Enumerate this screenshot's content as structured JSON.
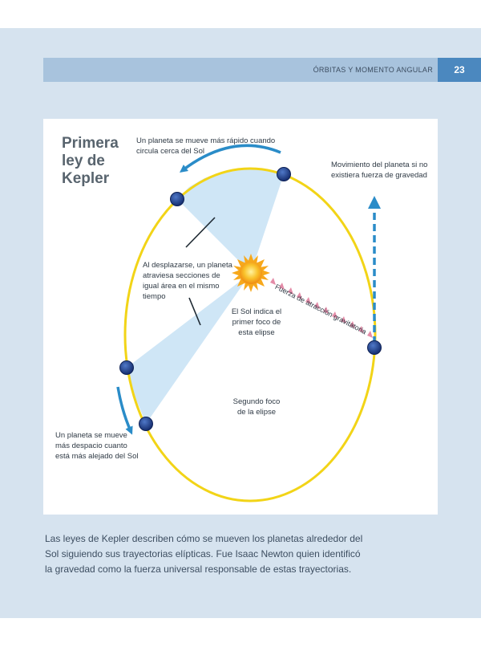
{
  "header": {
    "title": "ÓRBITAS Y MOMENTO ANGULAR",
    "page_number": "23"
  },
  "figure": {
    "title_line1": "Primera",
    "title_line2": "ley de",
    "title_line3": "Kepler",
    "label_fast_line1": "Un planeta se mueve más rápido cuando",
    "label_fast_line2": "circula cerca del Sol",
    "label_motion_line1": "Movimiento del planeta si no",
    "label_motion_line2": "existiera fuerza de gravedad",
    "label_area_line1": "Al desplazarse, un planeta",
    "label_area_line2": "atraviesa secciones de",
    "label_area_line3": "igual área en el mismo",
    "label_area_line4": "tiempo",
    "label_force": "Fuerza de atracción gravitatoria",
    "label_sun_line1": "El Sol indica el",
    "label_sun_line2": "primer foco de",
    "label_sun_line3": "esta elipse",
    "label_focus2_line1": "Segundo foco",
    "label_focus2_line2": "de la elipse",
    "label_slow_line1": "Un planeta se mueve",
    "label_slow_line2": "más despacio cuanto",
    "label_slow_line3": "está más alejado del Sol"
  },
  "caption": {
    "line1": "Las leyes de Kepler describen cómo se mueven los planetas alrededor del",
    "line2": "Sol siguiendo sus trayectorias elípticas. Fue Isaac Newton quien identificó",
    "line3": "la gravedad como la fuerza universal responsable de estas trayectorias."
  },
  "colors": {
    "orbit": "#f2d417",
    "sweep": "#cfe6f6",
    "planet": "#1f3f8f",
    "arrow_blue": "#2a8cc8",
    "force_arrow": "#e48ca8",
    "sun": "#f7a81b"
  }
}
